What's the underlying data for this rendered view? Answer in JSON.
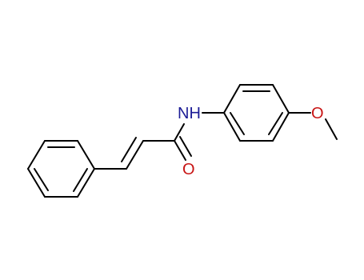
{
  "molecule": {
    "atoms": [
      {
        "id": "nh",
        "label": "NH",
        "color": "#1c1c96"
      },
      {
        "id": "o_carbonyl",
        "label": "O",
        "color": "#c81414"
      },
      {
        "id": "o_methoxy",
        "label": "O",
        "color": "#c81414"
      }
    ],
    "bond_color": "#000000"
  }
}
